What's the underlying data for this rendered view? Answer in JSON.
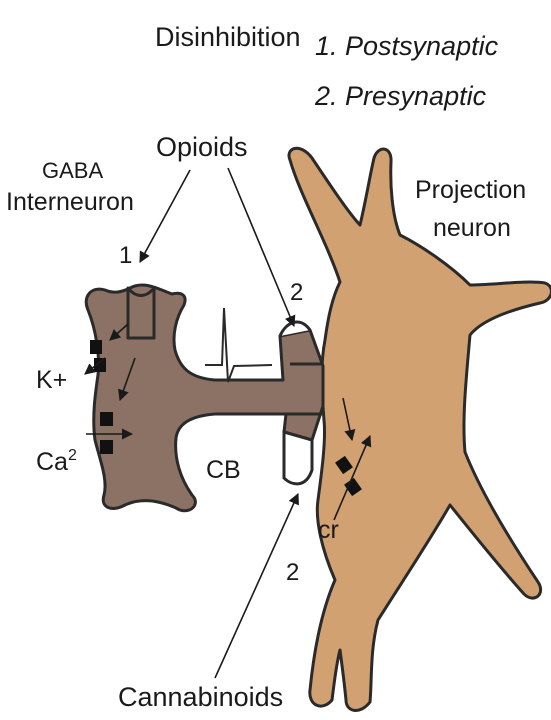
{
  "title": "Disinhibition",
  "legend": {
    "item1": "1. Postsynaptic",
    "item2": "2. Presynaptic"
  },
  "labels": {
    "opioids": "Opioids",
    "gaba_line1": "GABA",
    "gaba_line2": "Interneuron",
    "projection_line1": "Projection",
    "projection_line2": "neuron",
    "site_post": "1",
    "site_pre_top": "2",
    "site_pre_bottom": "2",
    "potassium": "K+",
    "calcium_base": "Ca",
    "calcium_sup": "2",
    "cb": "CB",
    "cr": "cr",
    "cannabinoids": "Cannabinoids"
  },
  "colors": {
    "interneuron_fill": "#8b7264",
    "projection_fill": "#d2a172",
    "outline": "#2a2a2a",
    "channel": "#111111",
    "text": "#1a1a1a"
  }
}
